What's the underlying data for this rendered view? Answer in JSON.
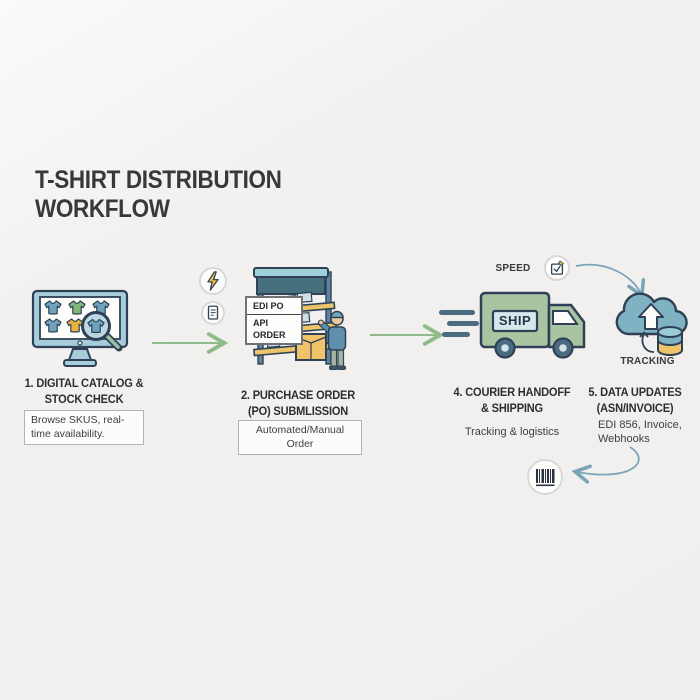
{
  "title": {
    "line1": "T-SHIRT DISTRIBUTION",
    "line2": "WORKFLOW"
  },
  "steps": [
    {
      "id": "step-1",
      "title_line1": "1. DIGITAL CATALOG &",
      "title_line2": "STOCK CHECK",
      "note": "Browse SKUS, real-time availability."
    },
    {
      "id": "step-2",
      "title_line1": "2. PURCHASE ORDER",
      "title_line2": "(PO) SUBMLISSION",
      "note": "Automated/Manual Order",
      "tag_line1": "EDI PO",
      "tag_line2": "API ORDER"
    },
    {
      "id": "step-4",
      "title_line1": "4. COURIER HANDOFF",
      "title_line2": "& SHIPPING",
      "note": "Tracking & logistics"
    },
    {
      "id": "step-5",
      "title_line1": "5. DATA UPDATES",
      "title_line2": "(ASN/INVOICE)",
      "note_line1": "EDI 856, Invoice,",
      "note_line2": "Webhooks"
    }
  ],
  "labels": {
    "speed": "SPEED",
    "ship": "SHIP",
    "tracking": "TRACKING"
  },
  "icons": {
    "lightning-icon": "⚡",
    "checklist-icon": "🗒",
    "speed-checkbox-icon": "☑",
    "barcode-icon": "▌▌▌",
    "magnifier-icon": "🔍",
    "cloud-upload-icon": "☁↑",
    "database-icon": "🛢",
    "delivery-truck-icon": "🚚",
    "monitor-icon": "🖥"
  },
  "colors": {
    "background": "#f1f0ee",
    "outline": "#2f4156",
    "arrow_green": "#8fbb8b",
    "arrow_blue": "#7aa5b8",
    "monitor_frame": "#a5cdda",
    "shirt_blue": "#6fa3bd",
    "shirt_green": "#83b579",
    "shirt_yellow": "#e8b33c",
    "shelf_wood": "#ecc469",
    "shelf_panel": "#47707e",
    "box_yellow": "#eec36a",
    "truck_green": "#a9c4a0",
    "ship_panel_blue": "#d6e8ec",
    "wheel_slate": "#4b6b80",
    "cloud_teal": "#7fb2c2",
    "title_text": "#383838"
  }
}
